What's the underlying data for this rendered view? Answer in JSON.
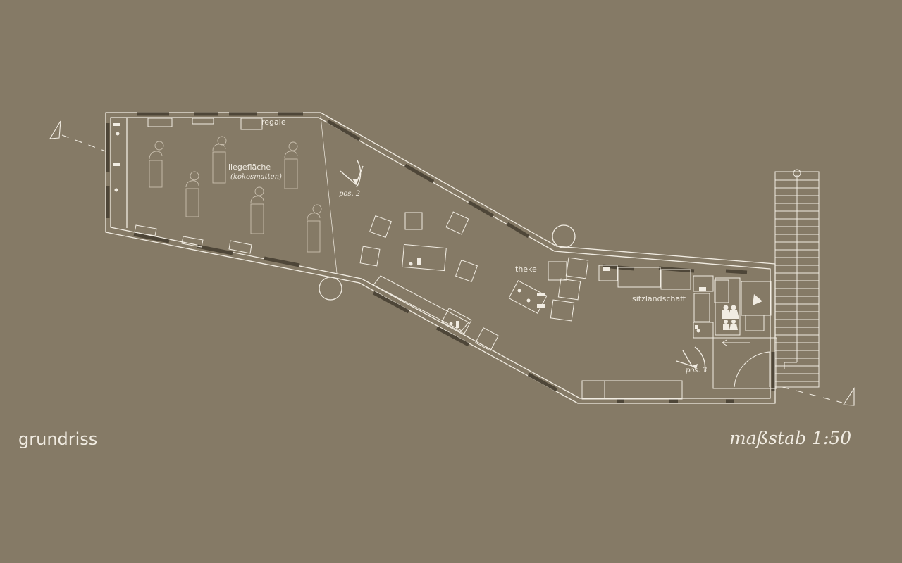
{
  "title": "grundriss",
  "scale": "maßstab 1:50",
  "rooms": {
    "regale": "regale",
    "liege": "liegefläche",
    "liege_sub": "(kokosmatten)",
    "theke": "theke",
    "sitz": "sitzlandschaft"
  },
  "positions": {
    "pos2": "pos. 2",
    "pos3": "pos. 3"
  },
  "colors": {
    "background": "#857a66",
    "line": "#f1ece2",
    "wall": "#4e4638"
  }
}
